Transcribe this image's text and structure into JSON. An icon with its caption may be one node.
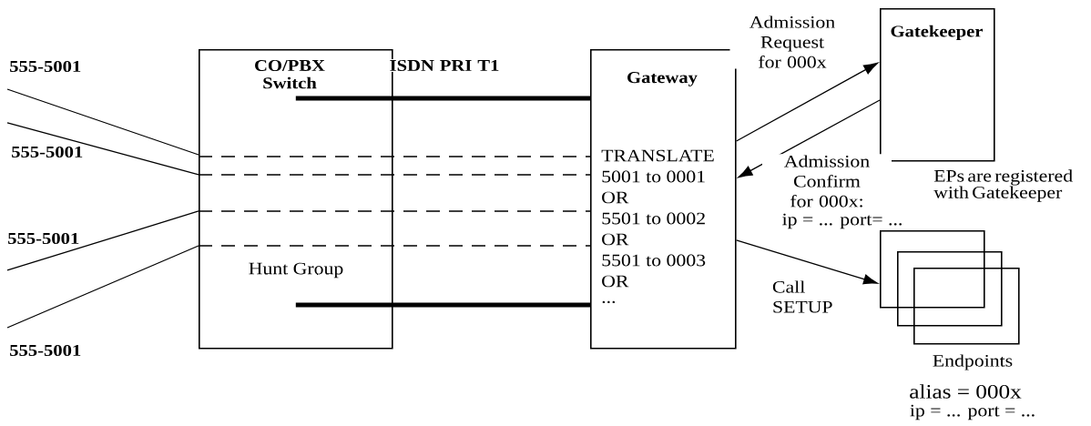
{
  "diagram": {
    "nodes": [
      {
        "text": [
          "CO/PBX",
          "Switch",
          "Hunt Group"
        ]
      },
      {
        "text": [
          "Gateway",
          "TRANSLATE",
          "5001 to 0001",
          "OR",
          "5501 to 0002",
          "OR",
          "5501 to 0003",
          "OR",
          "..."
        ]
      },
      {
        "text": [
          "Gatekeeper"
        ],
        "beside": [
          "EPs are registered with Gatekeeper"
        ]
      },
      {
        "text": [],
        "shape": "box"
      },
      {
        "text": [],
        "shape": "box"
      },
      {
        "text": [],
        "shape": "box",
        "beside": [
          "Endpoints",
          "alias = 000x",
          "ip = ... port = ..."
        ]
      }
    ],
    "edges": [
      {
        "from": null,
        "to": 0,
        "arrow": "none"
      },
      {
        "from": null,
        "to": 0,
        "arrow": "none"
      },
      {
        "from": null,
        "to": 0,
        "arrow": "none"
      },
      {
        "from": null,
        "to": 0,
        "arrow": "none"
      },
      {
        "from": 0,
        "to": 1,
        "arrow": "none",
        "style": "dashed"
      },
      {
        "from": 0,
        "to": 1,
        "arrow": "none",
        "style": "dashed"
      },
      {
        "from": 0,
        "to": 1,
        "arrow": "none",
        "style": "dashed"
      },
      {
        "from": 0,
        "to": 1,
        "arrow": "none",
        "style": "dashed"
      },
      {
        "from": 0,
        "to": 1,
        "arrow": "none",
        "style": "thick",
        "label": "ISDN PRI T1"
      },
      {
        "from": 0,
        "to": 1,
        "arrow": "none",
        "style": "thick"
      },
      {
        "from": 1,
        "to": 2,
        "arrow": "to",
        "label": "Admission Request for 000x"
      },
      {
        "from": 2,
        "to": 1,
        "arrow": "to",
        "label": "Admission Confirm for 000x:"
      },
      {
        "from": 1,
        "to": 3,
        "arrow": "to",
        "label": "Call SETUP"
      }
    ],
    "labels": [
      "555-5001",
      "555-5001",
      "555-5001",
      "555-5001",
      "ip = ... port= ..."
    ]
  }
}
